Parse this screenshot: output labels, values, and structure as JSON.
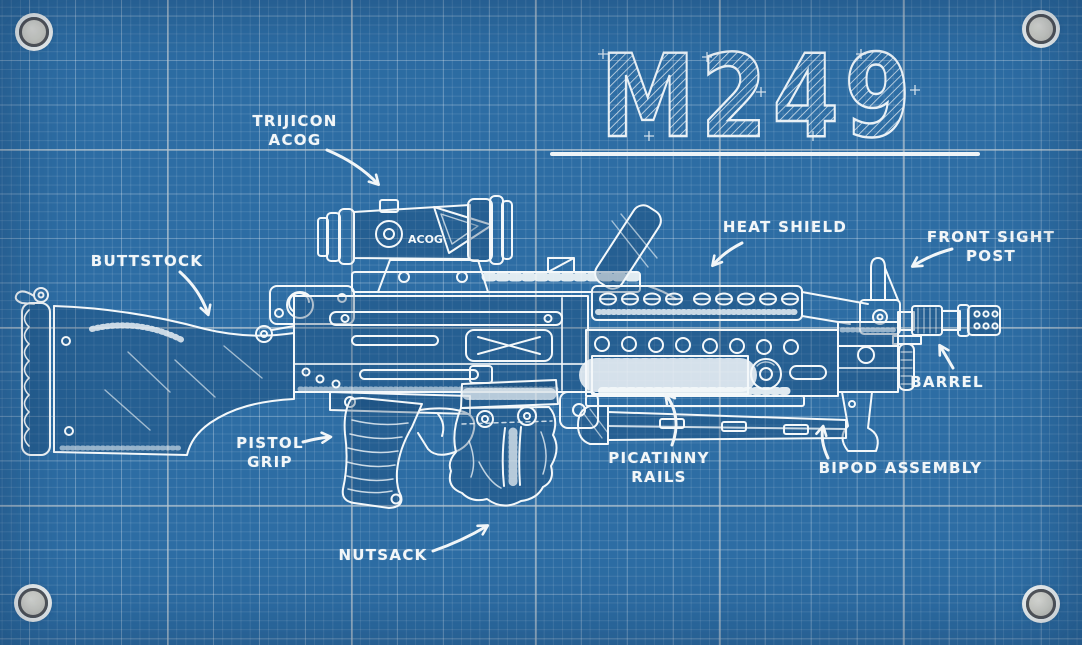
{
  "poster": {
    "title": "M249",
    "background_color": "#2d6da4",
    "ink_color": "#f2f6f8",
    "grid_major_color": "#bac6ce",
    "grommet_metal_color": "#cfcfc8"
  },
  "scope_marking": "ACOG",
  "labels": [
    {
      "id": "trijicon-acog",
      "text": "TRIJICON\nACOG"
    },
    {
      "id": "buttstock",
      "text": "BUTTSTOCK"
    },
    {
      "id": "heat-shield",
      "text": "HEAT SHIELD"
    },
    {
      "id": "front-sight-post",
      "text": "FRONT SIGHT POST"
    },
    {
      "id": "barrel",
      "text": "BARREL"
    },
    {
      "id": "bipod-assembly",
      "text": "BIPOD ASSEMBLY"
    },
    {
      "id": "picatinny-rails",
      "text": "PICATINNY RAILS"
    },
    {
      "id": "pistol-grip",
      "text": "PISTOL\nGRIP"
    },
    {
      "id": "nutsack",
      "text": "NUTSACK"
    }
  ]
}
